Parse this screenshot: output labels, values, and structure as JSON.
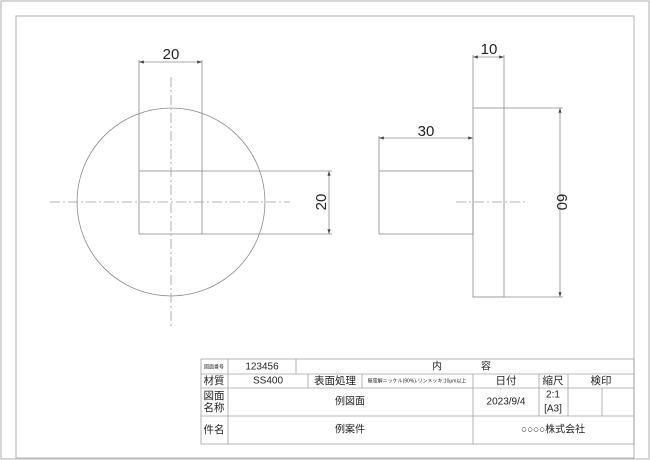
{
  "drawing": {
    "dimensions": {
      "front_width": "20",
      "front_height": "20",
      "side_thickness": "10",
      "side_shaft_length": "30",
      "side_height": "60"
    }
  },
  "title_block": {
    "drawing_number_label": "図面番号",
    "drawing_number": "123456",
    "contents_label_1": "内",
    "contents_label_2": "容",
    "material_label": "材質",
    "material": "SS400",
    "surface_label": "表面処理",
    "surface": "無電解ニッケル(90%)-リンメッキ:10μm以上",
    "date_label": "日付",
    "scale_label": "縮尺",
    "inspection_label": "検印",
    "name_label_1": "図面",
    "name_label_2": "名称",
    "drawing_name": "例図面",
    "date": "2023/9/4",
    "scale": "2:1",
    "paper": "[A3]",
    "project_label": "件名",
    "project": "例案件",
    "company": "○○○○株式会社"
  }
}
